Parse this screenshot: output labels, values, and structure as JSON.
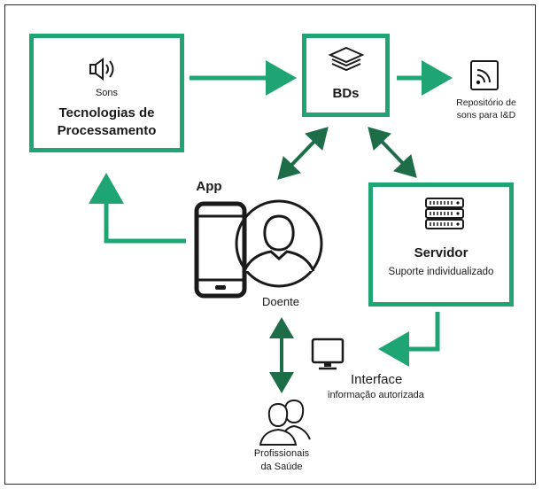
{
  "diagram": {
    "processing": {
      "caption": "Sons",
      "title_line1": "Tecnologias de",
      "title_line2": "Processamento",
      "icon": "speaker-icon"
    },
    "databases": {
      "label": "BDs",
      "icon": "layers-icon"
    },
    "repository": {
      "line1": "Repositório de",
      "line2": "sons para I&D",
      "icon": "signal-file-icon"
    },
    "app": {
      "label": "App",
      "icon": "smartphone-icon"
    },
    "patient": {
      "label": "Doente",
      "icon": "person-avatar-icon"
    },
    "server": {
      "title": "Servidor",
      "subtitle": "Suporte individualizado",
      "icon": "server-rack-icon"
    },
    "interface": {
      "title": "Interface",
      "subtitle": "informação autorizada",
      "icon": "monitor-icon"
    },
    "professionals": {
      "line1": "Profissionais",
      "line2": "da Saúde",
      "icon": "people-icon"
    },
    "colors": {
      "accent_green": "#1fa574",
      "dark_green": "#1d6e48",
      "frame": "#2b2b2b"
    }
  }
}
